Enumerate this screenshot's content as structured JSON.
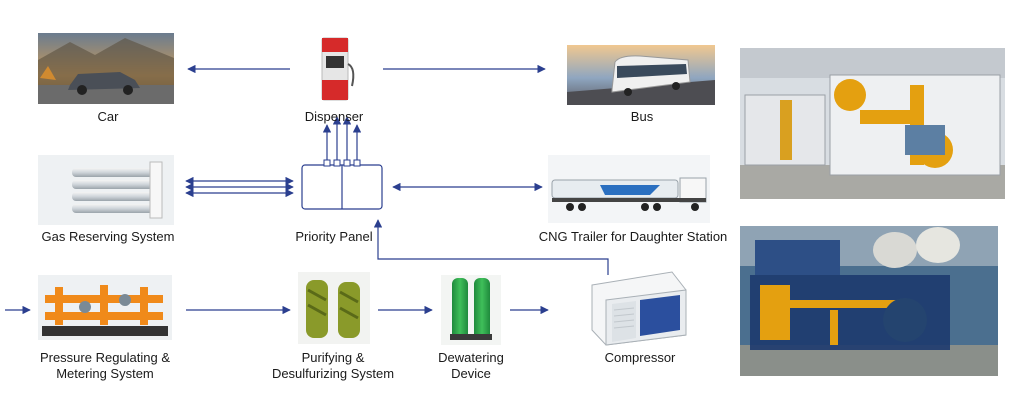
{
  "labels": {
    "car": "Car",
    "dispenser": "Dispenser",
    "bus": "Bus",
    "gas_reserving": "Gas Reserving System",
    "priority_panel": "Priority Panel",
    "cng_trailer": "CNG Trailer for Daughter Station",
    "pressure_regulating_1": "Pressure Regulating &",
    "pressure_regulating_2": "Metering System",
    "purifying_1": "Purifying &",
    "purifying_2": "Desulfurizing System",
    "dewatering_1": "Dewatering",
    "dewatering_2": "Device",
    "compressor": "Compressor"
  },
  "colors": {
    "arrow": "#2b3f8f",
    "label": "#1a1a1a"
  }
}
